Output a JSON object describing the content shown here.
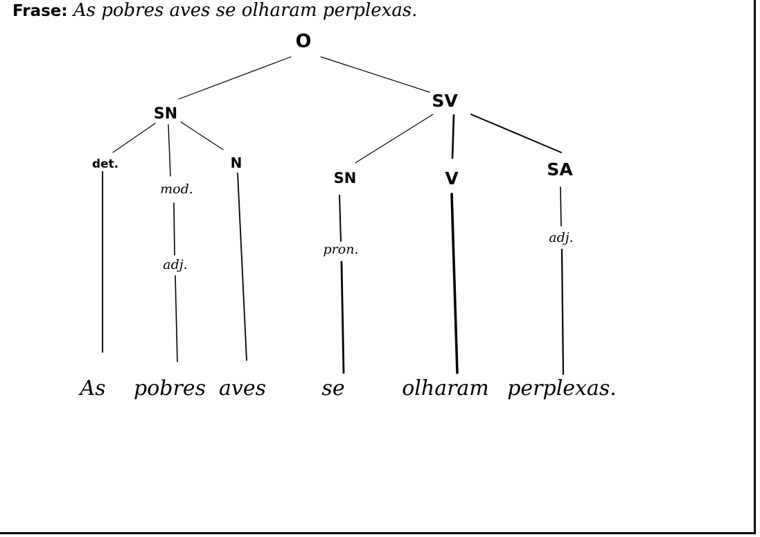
{
  "sentence": {
    "label": "Frase:",
    "text": "As pobres aves se olharam perplexas."
  },
  "tree": {
    "root": "O",
    "left_phrase": "SN",
    "right_phrase": "SV",
    "det": "det.",
    "mod": "mod.",
    "noun": "N",
    "left_adj": "adj.",
    "inner_sn": "SN",
    "verb": "V",
    "sa": "SA",
    "pron": "pron.",
    "right_adj": "adj."
  },
  "words": [
    "As",
    "pobres",
    "aves",
    "se",
    "olharam",
    "perplexas."
  ]
}
